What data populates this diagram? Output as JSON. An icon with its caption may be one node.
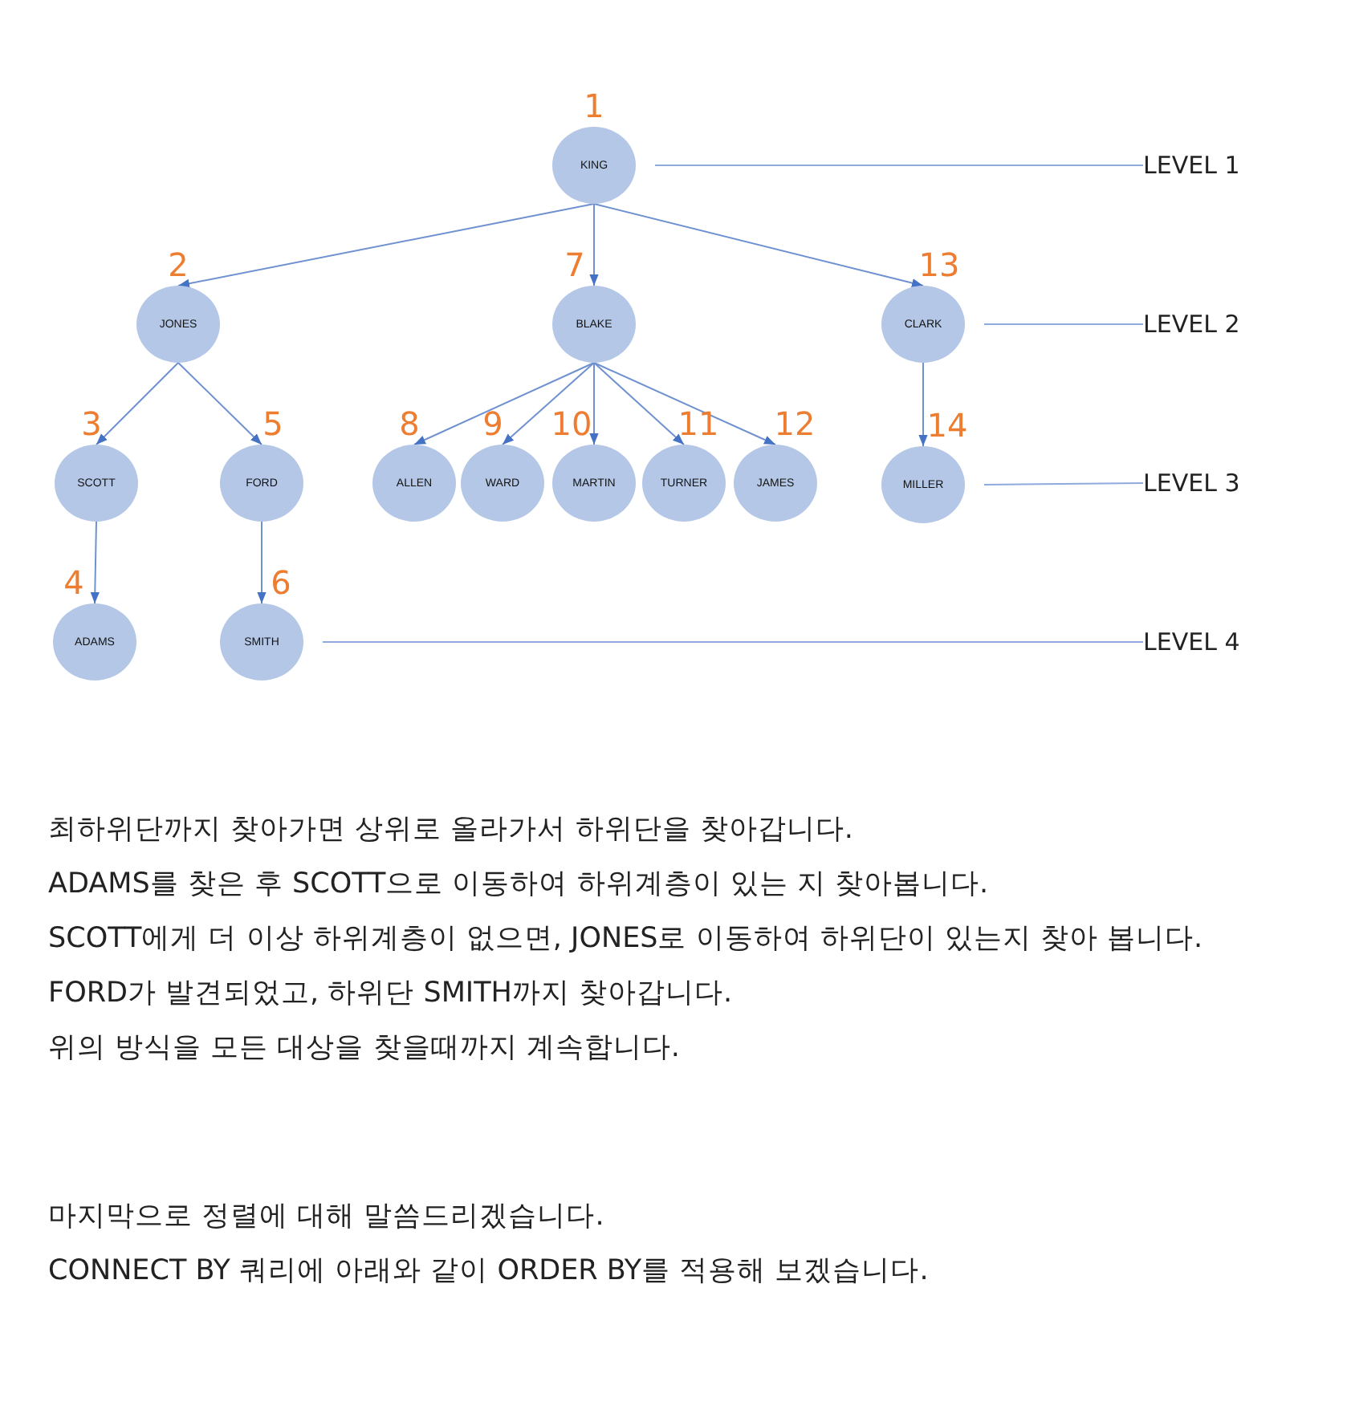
{
  "diagram": {
    "nodes": [
      {
        "text": [
          "KING"
        ],
        "beside": [
          "1"
        ]
      },
      {
        "text": [
          "JONES"
        ],
        "beside": [
          "2"
        ]
      },
      {
        "text": [
          "BLAKE"
        ],
        "beside": [
          "7"
        ]
      },
      {
        "text": [
          "CLARK"
        ],
        "beside": [
          "13"
        ]
      },
      {
        "text": [
          "SCOTT"
        ],
        "beside": [
          "3"
        ]
      },
      {
        "text": [
          "FORD"
        ],
        "beside": [
          "5"
        ]
      },
      {
        "text": [
          "ALLEN"
        ],
        "beside": [
          "8"
        ]
      },
      {
        "text": [
          "WARD"
        ],
        "beside": [
          "9"
        ]
      },
      {
        "text": [
          "MARTIN"
        ],
        "beside": [
          "10"
        ]
      },
      {
        "text": [
          "TURNER"
        ],
        "beside": [
          "11"
        ]
      },
      {
        "text": [
          "JAMES"
        ],
        "beside": [
          "12"
        ]
      },
      {
        "text": [
          "MILLER"
        ],
        "beside": [
          "14"
        ]
      },
      {
        "text": [
          "ADAMS"
        ],
        "beside": [
          "4"
        ]
      },
      {
        "text": [
          "SMITH"
        ],
        "beside": [
          "6"
        ]
      },
      {
        "text": [
          "LEVEL 1"
        ]
      },
      {
        "text": [
          "LEVEL 2"
        ]
      },
      {
        "text": [
          "LEVEL 3"
        ]
      },
      {
        "text": [
          "LEVEL 4"
        ]
      }
    ],
    "edges": [
      {
        "from": 0,
        "to": 1,
        "arrow": "to"
      },
      {
        "from": 0,
        "to": 2,
        "arrow": "to"
      },
      {
        "from": 0,
        "to": 3,
        "arrow": "to"
      },
      {
        "from": 1,
        "to": 4,
        "arrow": "to"
      },
      {
        "from": 1,
        "to": 5,
        "arrow": "to"
      },
      {
        "from": 2,
        "to": 6,
        "arrow": "to"
      },
      {
        "from": 2,
        "to": 7,
        "arrow": "to"
      },
      {
        "from": 2,
        "to": 8,
        "arrow": "to"
      },
      {
        "from": 2,
        "to": 9,
        "arrow": "to"
      },
      {
        "from": 2,
        "to": 10,
        "arrow": "to"
      },
      {
        "from": 3,
        "to": 11,
        "arrow": "to"
      },
      {
        "from": 4,
        "to": 12,
        "arrow": "to"
      },
      {
        "from": 5,
        "to": 13,
        "arrow": "to"
      },
      {
        "from": 0,
        "to": 14,
        "arrow": "none"
      },
      {
        "from": 3,
        "to": 15,
        "arrow": "none"
      },
      {
        "from": 11,
        "to": 16,
        "arrow": "none"
      },
      {
        "from": 13,
        "to": 17,
        "arrow": "none"
      }
    ],
    "labels": [
      "최하위단까지 찾아가면 상위로 올라가서 하위단을 찾아갑니다.",
      "ADAMS를 찾은 후 SCOTT으로 이동하여 하위계층이 있는 지 찾아봅니다.",
      "SCOTT에게 더 이상 하위계층이 없으면, JONES로 이동하여 하위단이 있는지 찾아 봅니다.",
      "FORD가 발견되었고, 하위단 SMITH까지 찾아갑니다.",
      "위의 방식을 모든 대상을 찾을때까지 계속합니다.",
      "마지막으로 정렬에 대해 말씀드리겠습니다.",
      "CONNECT BY 쿼리에 아래와 같이 ORDER BY를 적용해 보겠습니다."
    ]
  }
}
